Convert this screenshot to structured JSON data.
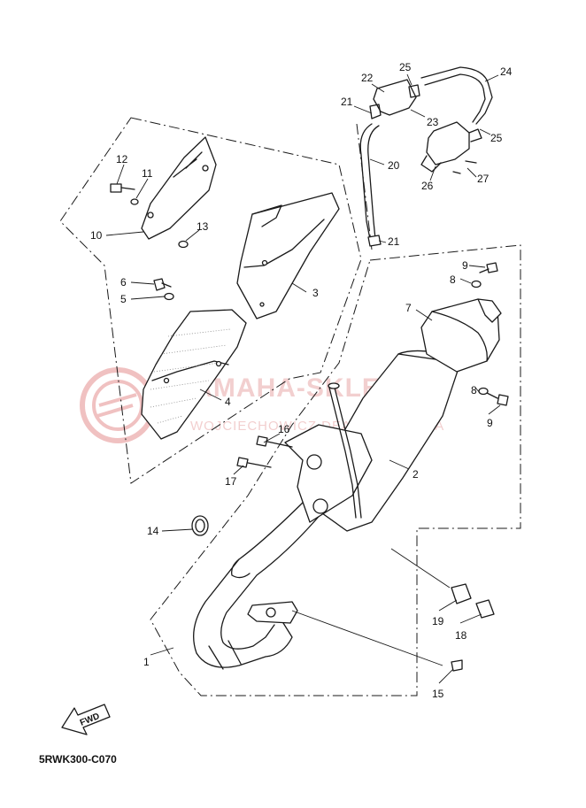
{
  "diagram_code": "5RWK300-C070",
  "fwd_label": "FWD",
  "watermark": {
    "line1": "YAMAHA-SKLEP.PL",
    "line2": "WOJCIECHOWICZ DEALER YAMAHA"
  },
  "callouts": {
    "n1": "1",
    "n2": "2",
    "n3": "3",
    "n4": "4",
    "n5": "5",
    "n6": "6",
    "n7": "7",
    "n8a": "8",
    "n8b": "8",
    "n9a": "9",
    "n9b": "9",
    "n10": "10",
    "n11": "11",
    "n12": "12",
    "n13": "13",
    "n14": "14",
    "n15": "15",
    "n16": "16",
    "n17": "17",
    "n18": "18",
    "n19": "19",
    "n20": "20",
    "n21a": "21",
    "n21b": "21",
    "n22": "22",
    "n23": "23",
    "n24": "24",
    "n25a": "25",
    "n25b": "25",
    "n26": "26",
    "n27": "27"
  },
  "colors": {
    "line": "#1a1a1a",
    "watermark": "#e9a9a9"
  }
}
